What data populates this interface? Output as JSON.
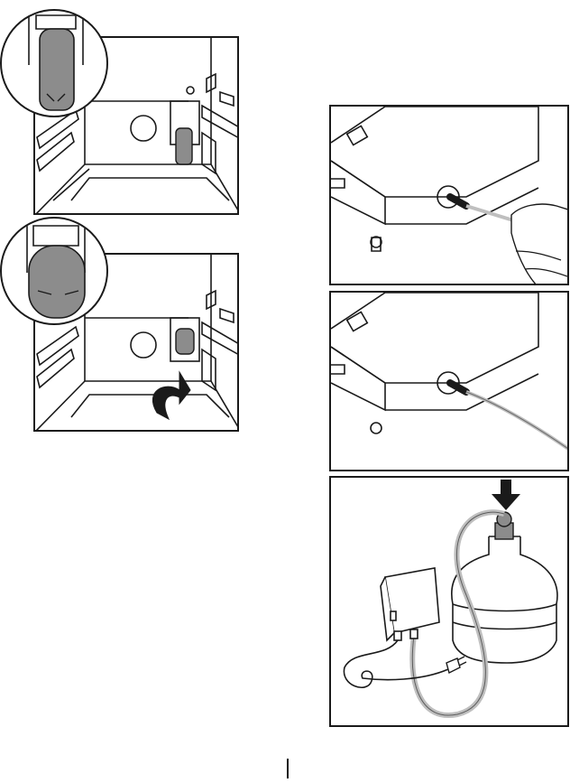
{
  "figures": [
    {
      "id": "filter-removal",
      "caption": ""
    },
    {
      "id": "filter-install",
      "caption": ""
    },
    {
      "id": "pump-hose-remove",
      "caption": ""
    },
    {
      "id": "pump-hose-attached",
      "caption": ""
    },
    {
      "id": "pump-bottle-setup",
      "caption": ""
    }
  ],
  "colors": {
    "line": "#1a1a1a",
    "fill_gray": "#8c8c8c",
    "hose": "#bfbfbf",
    "bg": "#ffffff"
  },
  "page_marker": ""
}
